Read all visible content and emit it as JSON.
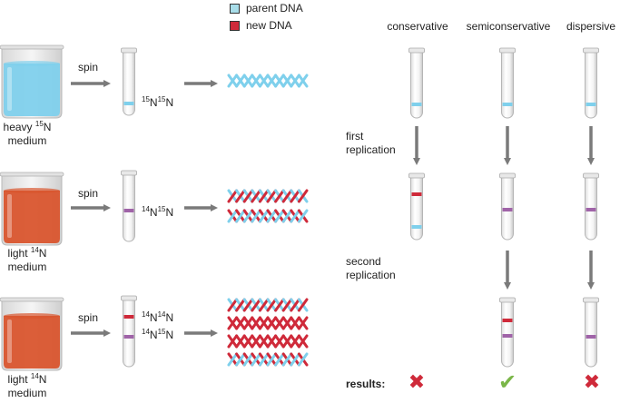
{
  "legend": {
    "items": [
      {
        "label": "parent DNA",
        "color": "#a8dde9"
      },
      {
        "label": "new DNA",
        "color": "#cf2a3a"
      }
    ]
  },
  "experiment": {
    "spin_label": "spin",
    "rows": [
      {
        "medium_line1": "heavy ",
        "isotope_mass": "15",
        "isotope_symbol": "N",
        "medium_line2": "medium",
        "band_label_sup1": "15",
        "band_label_base1": "N",
        "band_label_sup2": "15",
        "band_label_base2": "N"
      },
      {
        "medium_line1": "light ",
        "isotope_mass": "14",
        "isotope_symbol": "N",
        "medium_line2": "medium",
        "band_label_sup1": "14",
        "band_label_base1": "N",
        "band_label_sup2": "15",
        "band_label_base2": "N"
      },
      {
        "medium_line1": "light ",
        "isotope_mass": "14",
        "isotope_symbol": "N",
        "medium_line2": "medium",
        "upper_band_label": {
          "sup1": "14",
          "base1": "N",
          "sup2": "14",
          "base2": "N"
        },
        "lower_band_label": {
          "sup1": "14",
          "base1": "N",
          "sup2": "15",
          "base2": "N"
        }
      }
    ],
    "colors": {
      "heavy_medium": "#7fd0ec",
      "light_medium": "#d9552e",
      "parent_band": "#7fd0ec",
      "new_band": "#cf2a3a",
      "hybrid_band": "#a064a8",
      "arrow": "#7a7a7a"
    }
  },
  "models": {
    "headers": [
      "conservative",
      "semiconservative",
      "dispersive"
    ],
    "first_replication": [
      "first",
      "replication"
    ],
    "second_replication": [
      "second",
      "replication"
    ],
    "results_label": "results:",
    "results": [
      {
        "model": "conservative",
        "symbol": "✖",
        "color": "#cf2a3a"
      },
      {
        "model": "semiconservative",
        "symbol": "✔",
        "color": "#7ab648"
      },
      {
        "model": "dispersive",
        "symbol": "✖",
        "color": "#cf2a3a"
      }
    ]
  }
}
